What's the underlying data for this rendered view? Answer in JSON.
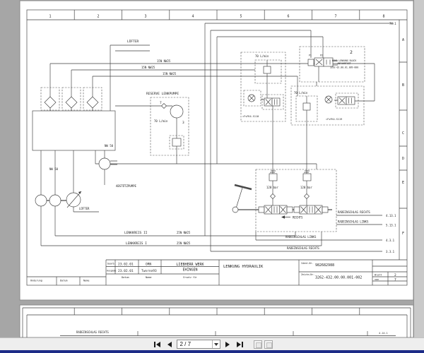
{
  "drawing": {
    "ruler": [
      "1",
      "2",
      "3",
      "4",
      "5",
      "6",
      "7",
      "8"
    ],
    "rows": [
      "A",
      "B",
      "C",
      "D",
      "E",
      "F"
    ],
    "labels": {
      "luefter_top": "LÜFTER",
      "nw25_1": "15N NW25",
      "nw25_2": "15N NW25",
      "nw25_3": "15N NW25",
      "ref_74": "74.1",
      "reserve": "RESERVE LENKPUMPE",
      "n7": "7",
      "n3": "3",
      "flow_reserve": "70 L/min",
      "nw50_1": "NW 50",
      "nw50_2": "NW 50",
      "abstuetz": "ABSTÜTZPUMPE",
      "luefter_2": "LÜFTER",
      "lenkkreis2": "LENKKREIS II",
      "lenkkreis1": "LENKKREIS I",
      "nw25_k2": "25N NW25",
      "nw25_k1": "25N NW25",
      "flow_a": "70 L/min",
      "flow_b": "70 L/min",
      "block2_no": "2",
      "block2_l1": "EINE LENKUNG BLOCK",
      "block2_l2": "ABFAHRTSGT",
      "block2_l3": "3262-02.00.01.009-000",
      "p1": "P1",
      "p2": "P2",
      "fvfk_a": "=FvFK4-S110",
      "fvfk_b": "=FvFK4-S119",
      "bar_a": "120 bar",
      "bar_b": "120 bar",
      "rechts": "RECHTS",
      "rad_r1": "RADEINSCHLAG RECHTS",
      "rad_r1_ref": "4.13.1",
      "rad_l1": "RADEINSCHLAG LINKS",
      "rad_l1_ref": "5.13.1",
      "rad_l2": "RADEINSCHLAG LINKS",
      "rad_l2_ref": "4.3.1",
      "rad_r2": "RADEINSCHLAG RECHTS",
      "rad_r2_ref": "3.3.1"
    },
    "title_block": {
      "row1_label": "bearb.",
      "row1_date": "23.02.01",
      "row1_name": "ORN",
      "row2_label": "Ausgabe",
      "row2_date": "23.02.01",
      "row2_name": "Tworno93",
      "datum": "Datum",
      "name": "Name",
      "ersatz": "Ersatz für",
      "company1": "LIEBHERR WERK",
      "company2": "EHINGEN",
      "title": "LENKUNG HYDRAULIK",
      "ident_label": "Ident-Nr.",
      "ident": "982682988",
      "zeichn_label": "Zeichn-Nr.",
      "zeichn": "3262-432.00.00.001-002",
      "blatt_label": "Blatt",
      "blatt": "2",
      "von_label": "von",
      "von": "7",
      "rev_a": "Änderung",
      "rev_b": "Datum",
      "rev_c": "Name"
    }
  },
  "page3": {
    "rad": "RADEINSCHLAG RECHTS",
    "ref": "4.14.1"
  },
  "toolbar": {
    "page": "2 / 7"
  },
  "colors": {
    "taskbar": "#1c2b87",
    "paper": "#ffffff",
    "viewer_background": "#a6a6a6",
    "line": "#3c3c3c"
  }
}
